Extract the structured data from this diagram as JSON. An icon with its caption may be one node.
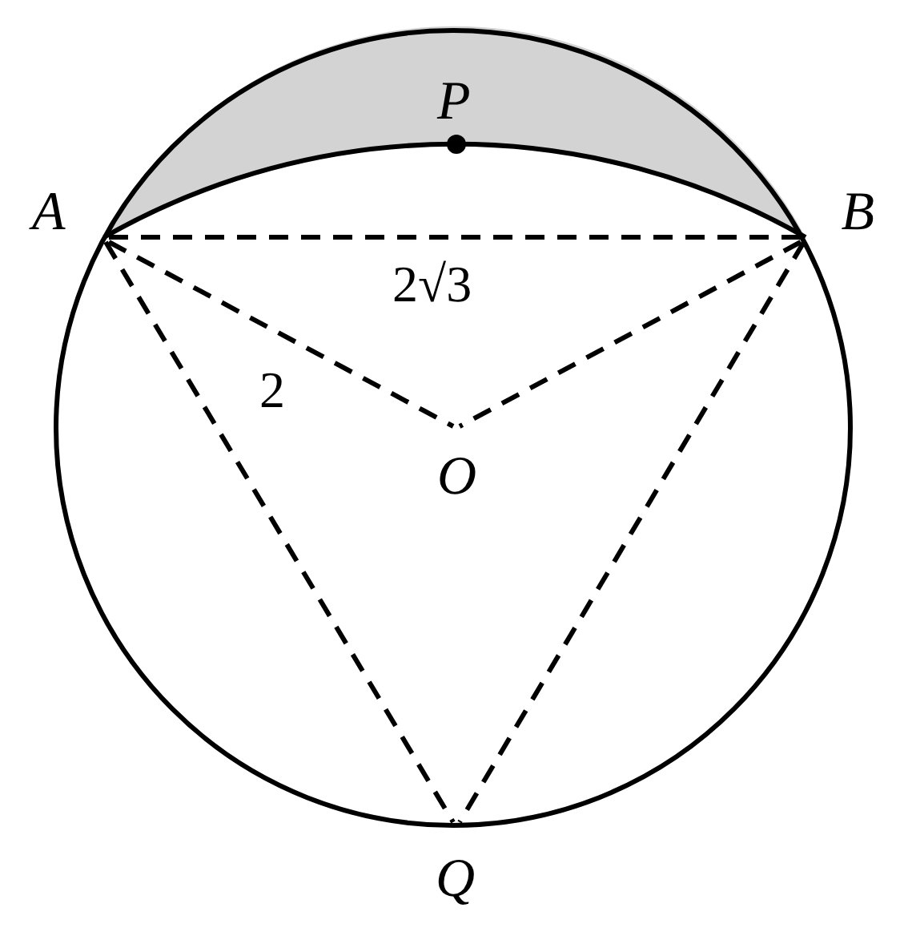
{
  "diagram": {
    "nodes": [
      {
        "text": [
          "P"
        ]
      },
      {
        "text": [
          "A"
        ]
      },
      {
        "text": [
          "B"
        ]
      },
      {
        "text": [
          "O"
        ]
      },
      {
        "text": [
          "Q"
        ]
      }
    ],
    "edges": [
      {
        "from": 1,
        "to": 2,
        "arrow": "none",
        "style": "dashed",
        "label": "2√3"
      },
      {
        "from": 1,
        "to": 3,
        "arrow": "none",
        "style": "dashed",
        "label": "2"
      },
      {
        "from": 2,
        "to": 3,
        "arrow": "none",
        "style": "dashed"
      },
      {
        "from": 1,
        "to": 4,
        "arrow": "none",
        "style": "dashed"
      },
      {
        "from": 2,
        "to": 4,
        "arrow": "none",
        "style": "dashed"
      }
    ]
  }
}
